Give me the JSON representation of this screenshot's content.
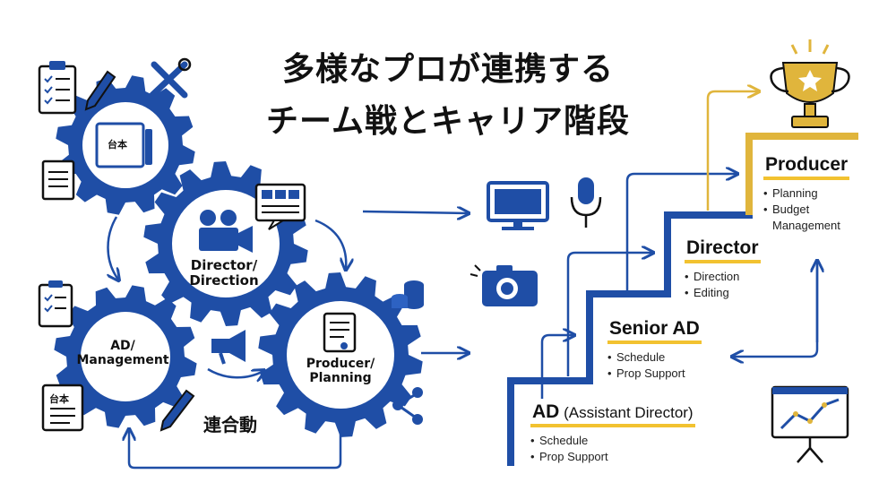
{
  "title_line1": "多様なプロが連携する",
  "title_line2": "チーム戦とキャリア階段",
  "gears": {
    "director": "Director/\nDirection",
    "ad": "AD/\nManagement",
    "producer": "Producer/\nPlanning",
    "script_book": "台本"
  },
  "renkei_label": "連合動",
  "script_doc_label": "台本",
  "ranks": [
    {
      "title": "Producer",
      "suffix": "",
      "items": [
        "Planning",
        "Budget\nManagement"
      ]
    },
    {
      "title": "Director",
      "suffix": "",
      "items": [
        "Direction",
        "Editing"
      ]
    },
    {
      "title": "Senior AD",
      "suffix": "",
      "items": [
        "Schedule",
        "Prop Support"
      ]
    },
    {
      "title": "AD",
      "suffix": " (Assistant Director)",
      "items": [
        "Schedule",
        "Prop Support"
      ]
    }
  ],
  "colors": {
    "blue": "#1f4ea6",
    "gold": "#e0b53c",
    "highlight": "#f2c230",
    "text": "#111111"
  },
  "icons": [
    "clipboard-icon",
    "pencil-icon",
    "wrench-icon",
    "document-icon",
    "film-camera-icon",
    "storyboard-icon",
    "coins-icon",
    "megaphone-icon",
    "share-icon",
    "monitor-icon",
    "microphone-icon",
    "camera-icon",
    "trophy-icon",
    "presentation-chart-icon"
  ]
}
